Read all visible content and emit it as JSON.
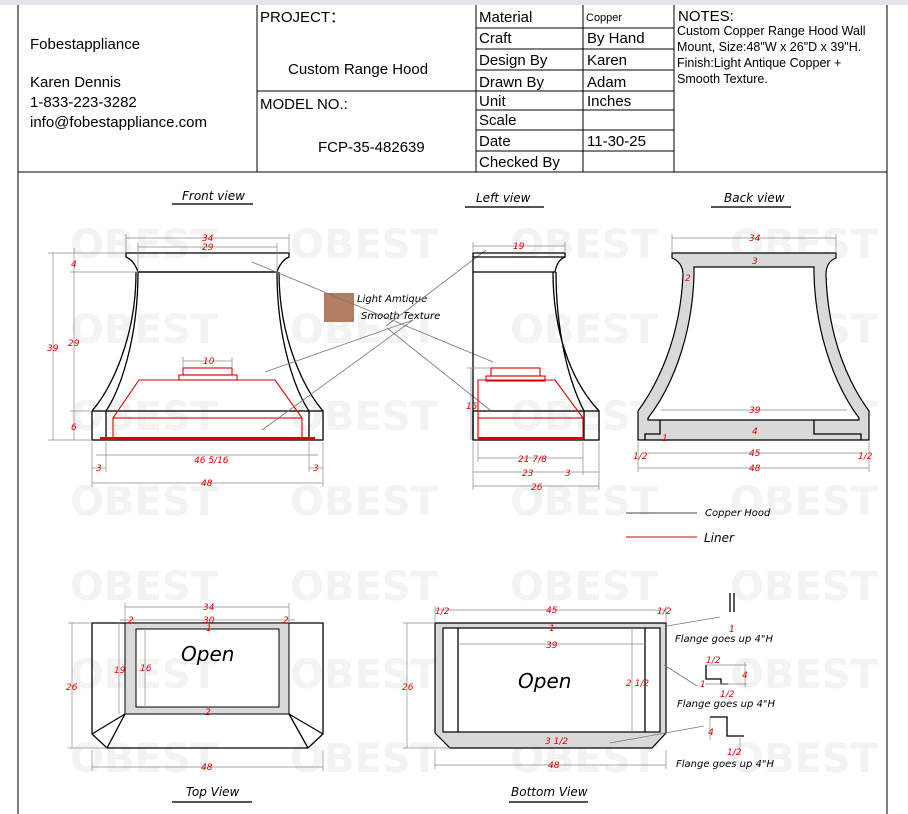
{
  "header": {
    "company": "Fobestappliance",
    "contact_name": "Karen Dennis",
    "phone": "1-833-223-3282",
    "email": "info@fobestappliance.com",
    "project_label": "PROJECT：",
    "project_value": "Custom Range Hood",
    "model_label": "MODEL NO.:",
    "model_value": "FCP-35-482639",
    "fields": [
      {
        "label": "Material",
        "value": "Copper"
      },
      {
        "label": "Craft",
        "value": "By Hand"
      },
      {
        "label": "Design By",
        "value": "Karen"
      },
      {
        "label": "Drawn By",
        "value": "Adam"
      },
      {
        "label": "Unit",
        "value": "Inches"
      },
      {
        "label": "Scale",
        "value": ""
      },
      {
        "label": "Date",
        "value": "11-30-25"
      },
      {
        "label": "Checked By",
        "value": ""
      }
    ],
    "notes_title": "NOTES:",
    "notes_lines": [
      "Custom Copper Range Hood Wall",
      "Mount, Size:48\"W x 26\"D x 39\"H.",
      "Finish:Light Antique Copper +",
      "Smooth Texture."
    ]
  },
  "watermark": "OBEST",
  "colors": {
    "copper_swatch": "#b27d62",
    "liner": "#e00000",
    "frame_fill": "#d9d9d9"
  },
  "views": {
    "front": {
      "title": "Front view",
      "dims": [
        "34",
        "29",
        "4",
        "29",
        "39",
        "6",
        "10",
        "46 5/16",
        "3",
        "3",
        "48"
      ]
    },
    "left": {
      "title": "Left view",
      "dims": [
        "19",
        "15",
        "21 7/8",
        "23",
        "3",
        "26"
      ]
    },
    "back": {
      "title": "Back view",
      "dims": [
        "34",
        "3",
        "2",
        "39",
        "4",
        "1",
        "1/2",
        "45",
        "1/2",
        "48"
      ]
    },
    "top": {
      "title": "Top View",
      "open": "Open",
      "dims": [
        "34",
        "2",
        "30",
        "2",
        "1",
        "19",
        "16",
        "26",
        "2",
        "48"
      ]
    },
    "bottom": {
      "title": "Bottom View",
      "open": "Open",
      "dims": [
        "1/2",
        "45",
        "1/2",
        "1",
        "39",
        "26",
        "2 1/2",
        "3 1/2",
        "48"
      ]
    }
  },
  "finish_callout": {
    "line1": "Light Amtique",
    "line2": "Smooth Texture"
  },
  "legend": {
    "copper": "Copper Hood",
    "liner": "Liner"
  },
  "flanges": {
    "label": "Flange goes up 4\"H",
    "detail1_dims": [
      "1"
    ],
    "detail2_dims": [
      "1/2",
      "4",
      "1",
      "1/2"
    ],
    "detail3_dims": [
      "4",
      "1/2"
    ]
  }
}
